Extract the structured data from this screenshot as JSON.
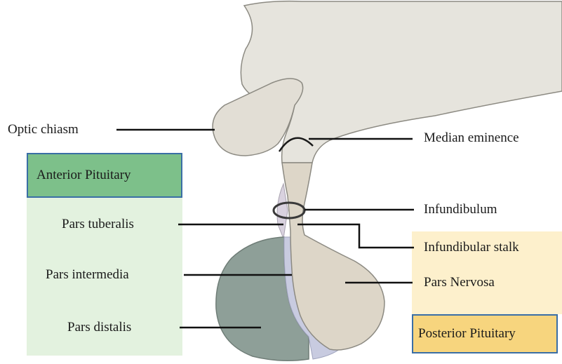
{
  "labels": {
    "optic_chiasm": "Optic chiasm",
    "median_eminence": "Median eminence",
    "infundibulum": "Infundibulum",
    "infundibular_stalk": "Infundibular stalk",
    "pars_nervosa": "Pars Nervosa",
    "pars_tuberalis": "Pars tuberalis",
    "pars_intermedia": "Pars intermedia",
    "pars_distalis": "Pars distalis",
    "anterior_pituitary": "Anterior Pituitary",
    "posterior_pituitary": "Posterior Pituitary"
  },
  "colors": {
    "brain_tissue": "#e6e4dd",
    "stalk_tissue": "#ddd6c8",
    "anterior_lobe": "#8e9f98",
    "intermedia": "#c8cbe0",
    "anterior_panel": "#e3f2df",
    "anterior_header": "#7dc08a",
    "posterior_panel": "#fdf0cc",
    "posterior_header": "#f7d57e",
    "outline": "#2d2d2d",
    "leader_line": "#111111"
  }
}
